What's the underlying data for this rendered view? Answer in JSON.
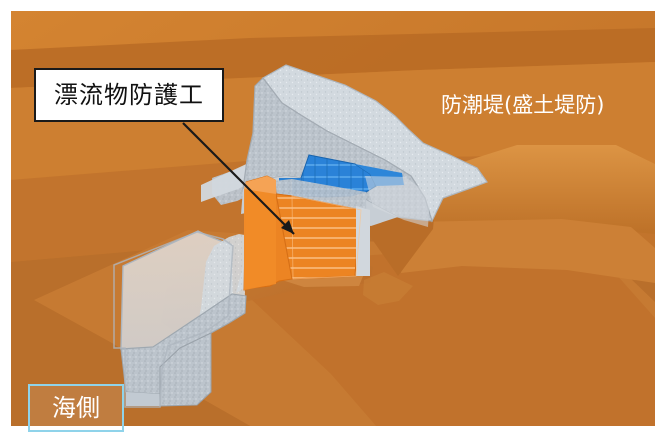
{
  "labels": {
    "debris_barrier": "漂流物防護工",
    "seawall": "防潮堤(盛土堤防)",
    "sea_side": "海側"
  },
  "colors": {
    "frame": "#ffffff",
    "earth_light": "#d88b38",
    "earth_mid": "#c67628",
    "earth_dark": "#a85e1d",
    "concrete": "#b8bfc7",
    "concrete_light": "#d6dde4",
    "barrier_orange": "#f08b2d",
    "water_blue": "#2f86d8"
  }
}
